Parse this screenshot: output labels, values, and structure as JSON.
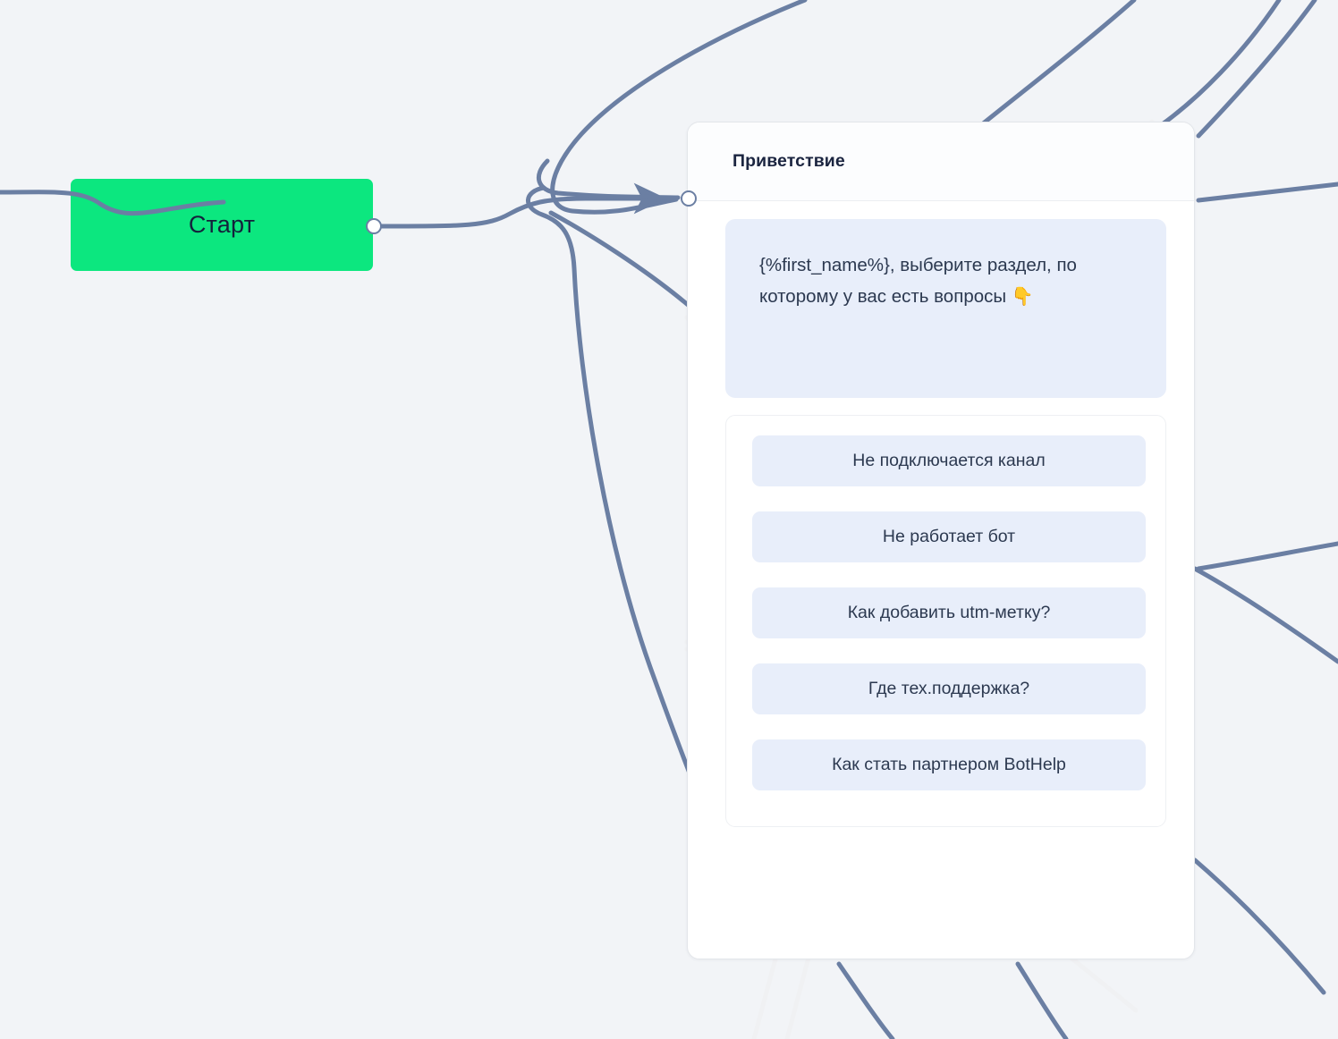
{
  "canvas": {
    "background_color": "#f2f4f7",
    "edge_color": "#6b7fa3",
    "edge_color_behind_card": "#f0f1f3"
  },
  "start_node": {
    "label": "Старт",
    "color": "#0ce77f",
    "text_color": "#14223c",
    "port_name": "start-output-port"
  },
  "message_card": {
    "title": "Приветствие",
    "title_color": "#1b2540",
    "background_color": "#ffffff",
    "input_port_name": "card-input-port",
    "message": {
      "text": "{%first_name%}, выберите раздел, по которому у вас есть вопросы ",
      "emoji": "👇",
      "bubble_color": "#e8eefa",
      "text_color": "#2c3950"
    },
    "buttons": [
      {
        "label": "Не подключается канал"
      },
      {
        "label": "Не работает бот"
      },
      {
        "label": "Как добавить utm-метку?"
      },
      {
        "label": "Где тех.поддержка?"
      },
      {
        "label": "Как стать партнером BotHelp"
      }
    ]
  }
}
